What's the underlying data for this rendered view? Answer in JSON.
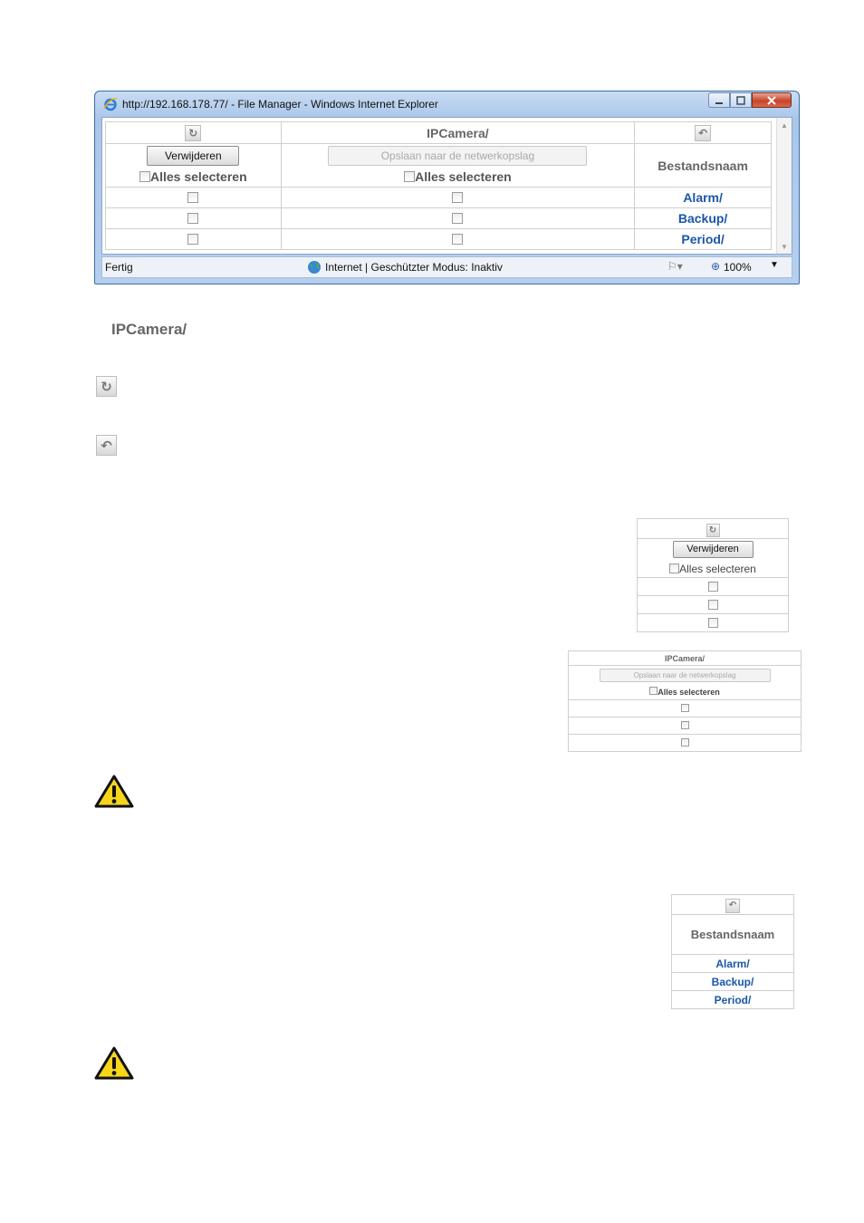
{
  "browser": {
    "title": "http://192.168.178.77/ - File Manager - Windows Internet Explorer",
    "status_left": "Fertig",
    "status_zone": "Internet | Geschützter Modus: Inaktiv",
    "zoom": "100%"
  },
  "file_manager": {
    "folder": "IPCamera/",
    "delete_label": "Verwijderen",
    "save_network_label": "Opslaan naar de netwerkopslag",
    "select_all_label": "Alles selecteren",
    "filename_header": "Bestandsnaam",
    "files": [
      "Alarm/",
      "Backup/",
      "Period/"
    ]
  },
  "doc": {
    "heading_folder": "IPCamera/"
  },
  "colors": {
    "link": "#1a56a8",
    "header_text": "#666666",
    "warning_fill": "#f7d51b"
  },
  "icons": {
    "refresh": "refresh-icon",
    "back": "back-icon",
    "warning": "warning-icon"
  }
}
